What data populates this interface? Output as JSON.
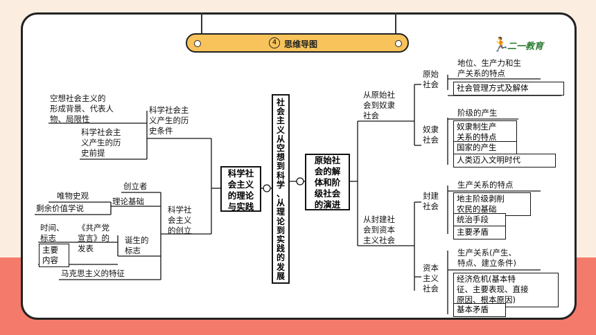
{
  "header": {
    "number": "4",
    "title": "思维导图"
  },
  "logo": {
    "text": "二一教育"
  },
  "center": {
    "text": "社\n会\n主\n义\n从\n空\n想\n到\n科\n学\n、\n从\n理\n论\n到\n实\n践\n的\n发\n展"
  },
  "left": {
    "hub": "科学社\n会主义\n的理论\n与实践",
    "history": {
      "label": "科学社会主\n义产生的历\n史条件",
      "items": [
        "空想社会主义的\n形成背景、代表人\n物、局限性",
        "科学社会主\n义产生的历\n史前提"
      ]
    },
    "founding": {
      "label": "科学社\n会主义\n的创立",
      "creators": "创立者",
      "theory": "理论基础",
      "theory_items": [
        "唯物史观",
        "剩余价值学说"
      ],
      "birth": "诞生的\n标志",
      "birth_sub": {
        "time": "时间、\n标志",
        "manifesto": "《共产党\n宣言》的\n发表",
        "content": "主要\n内容"
      },
      "marxism": "马克思主义的特征"
    }
  },
  "right": {
    "hub": "原始社\n会的解\n体和阶\n级社会\n的演进",
    "primitive_to_slave": {
      "label": "从原始社\n会到奴隶\n社会",
      "primitive": {
        "label": "原始\n社会",
        "items": [
          "地位、生产力和生\n产关系的特点",
          "社会管理方式及解体"
        ]
      },
      "slave": {
        "label": "奴隶\n社会",
        "items": [
          "阶级的产生",
          "奴隶制生产\n关系的特点",
          "国家的产生",
          "人类迈入文明时代"
        ]
      }
    },
    "feudal_to_capitalist": {
      "label": "从封建社\n会到资本\n主义社会",
      "feudal": {
        "label": "封建\n社会",
        "items": [
          "生产关系的特点",
          "地主阶级剥削\n农民的基础",
          "统治手段",
          "主要矛盾"
        ]
      },
      "capitalist": {
        "label": "资本\n主义\n社会",
        "items": [
          "生产关系(产生、\n特点、建立条件)",
          "经济危机(基本特\n征、主要表现、直接\n原因、根本原因)",
          "基本矛盾"
        ]
      }
    }
  }
}
